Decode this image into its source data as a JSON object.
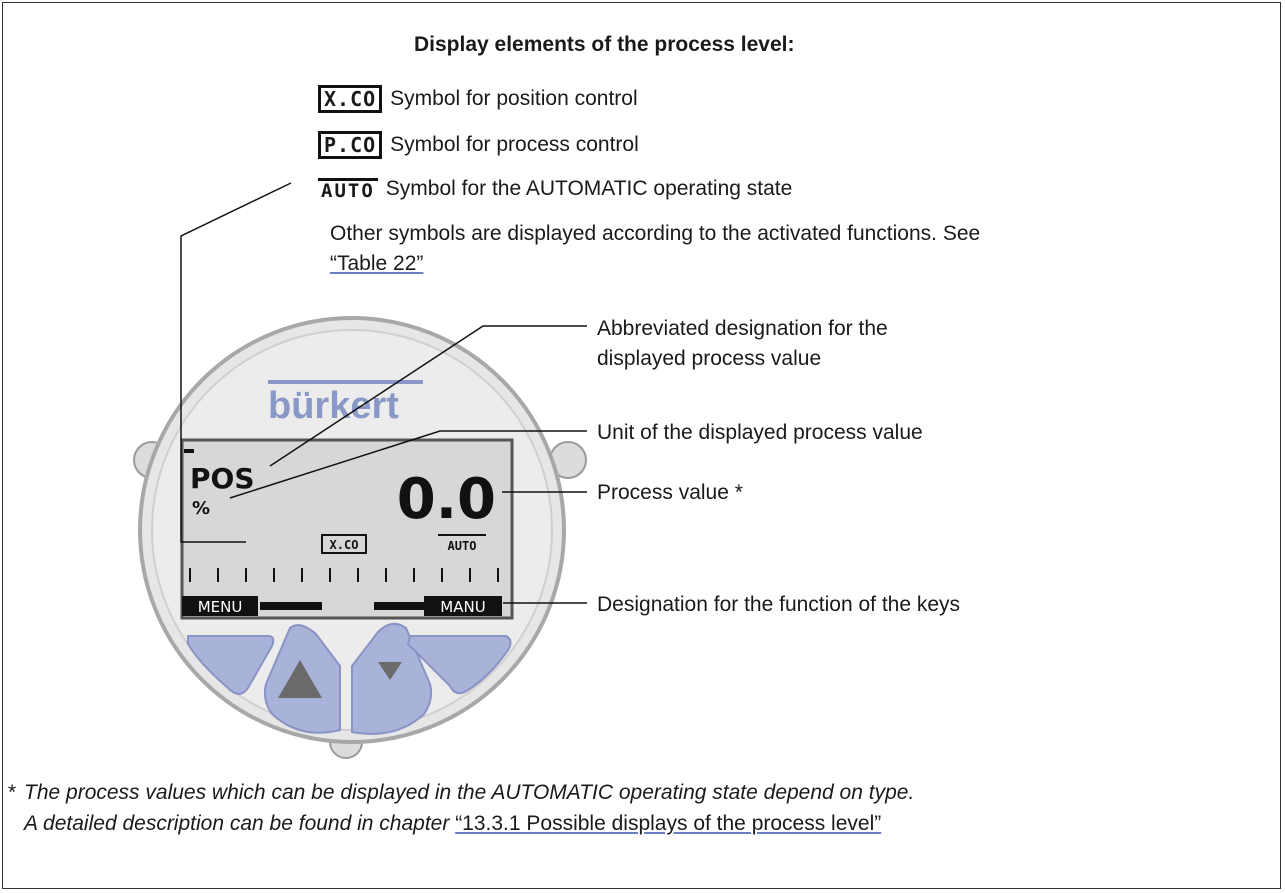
{
  "title": "Display elements of the process level:",
  "symbols": [
    {
      "code": "X.CO",
      "text": "Symbol for position control"
    },
    {
      "code": "P.CO",
      "text": "Symbol for process control"
    },
    {
      "code": "AUTO",
      "text": "Symbol for the AUTOMATIC operating state"
    }
  ],
  "other_symbols": {
    "text": "Other symbols are displayed according to the activated functions. See ",
    "link": "“Table 22”"
  },
  "callouts": {
    "abbrev": "Abbreviated designation for the displayed process value",
    "unit": "Unit of the displayed process value",
    "process_value": "Process value *",
    "keys": "Designation for the function of the keys"
  },
  "device": {
    "brand": "bürkert",
    "lcd": {
      "designation": "POS",
      "unit": "%",
      "value": "0.0",
      "mode_symbol": "X.CO",
      "state_symbol": "AUTO",
      "left_key": "MENU",
      "right_key": "MANU"
    }
  },
  "footnote": {
    "star": "*",
    "line1": "The process values which can be displayed in the AUTOMATIC operating state depend on type.",
    "line2": "A detailed description can be found in chapter ",
    "link": "“13.3.1 Possible displays of the process level”"
  }
}
